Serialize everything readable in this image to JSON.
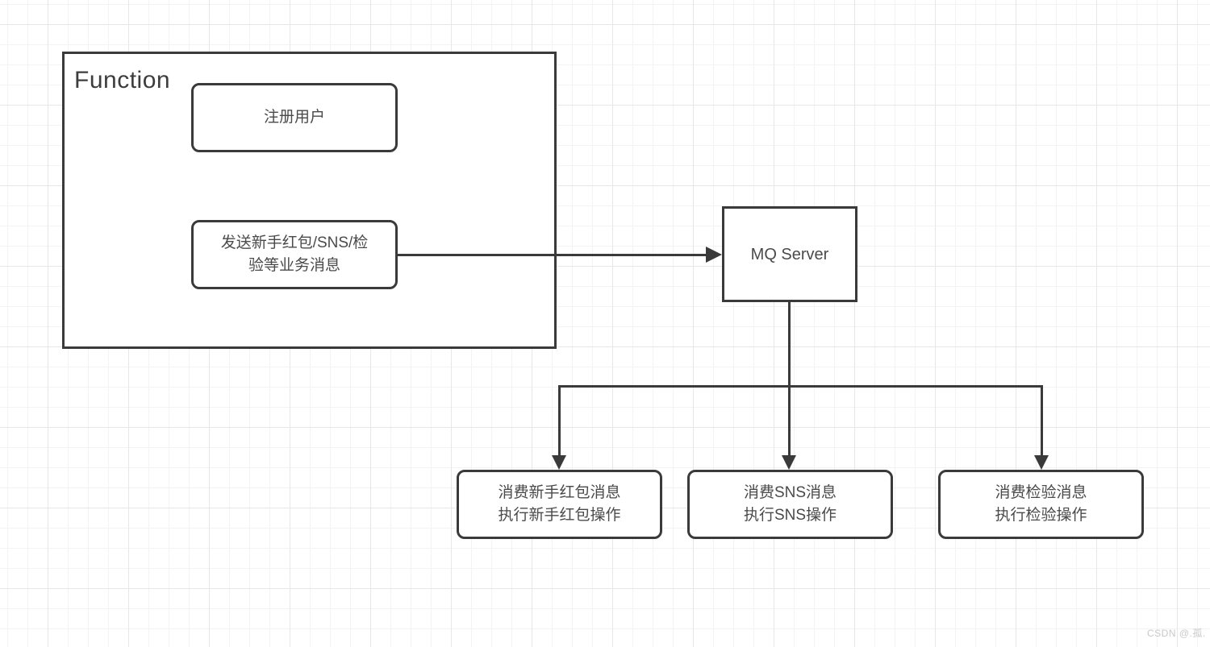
{
  "diagram": {
    "function_group": {
      "label": "Function",
      "nodes": {
        "register": {
          "label": "注册用户"
        },
        "send": {
          "line1": "发送新手红包/SNS/检",
          "line2": "验等业务消息"
        }
      }
    },
    "mq_server": {
      "label": "MQ Server"
    },
    "consumers": [
      {
        "line1": "消费新手红包消息",
        "line2": "执行新手红包操作"
      },
      {
        "line1": "消费SNS消息",
        "line2": "执行SNS操作"
      },
      {
        "line1": "消费检验消息",
        "line2": "执行检验操作"
      }
    ],
    "connections": [
      {
        "from": "send",
        "to": "mq_server",
        "direction": "right"
      },
      {
        "from": "mq_server",
        "to": "consumer-newbie-redpacket",
        "direction": "down"
      },
      {
        "from": "mq_server",
        "to": "consumer-sns",
        "direction": "down"
      },
      {
        "from": "mq_server",
        "to": "consumer-verify",
        "direction": "down"
      }
    ],
    "colors": {
      "stroke": "#3a3a3a",
      "text": "#4a4a4a",
      "background": "#ffffff",
      "grid_minor": "#f3f3f3",
      "grid_major": "#e7e7e7",
      "watermark": "#c9c9c9"
    }
  },
  "watermark": {
    "text": "CSDN @.孤."
  }
}
